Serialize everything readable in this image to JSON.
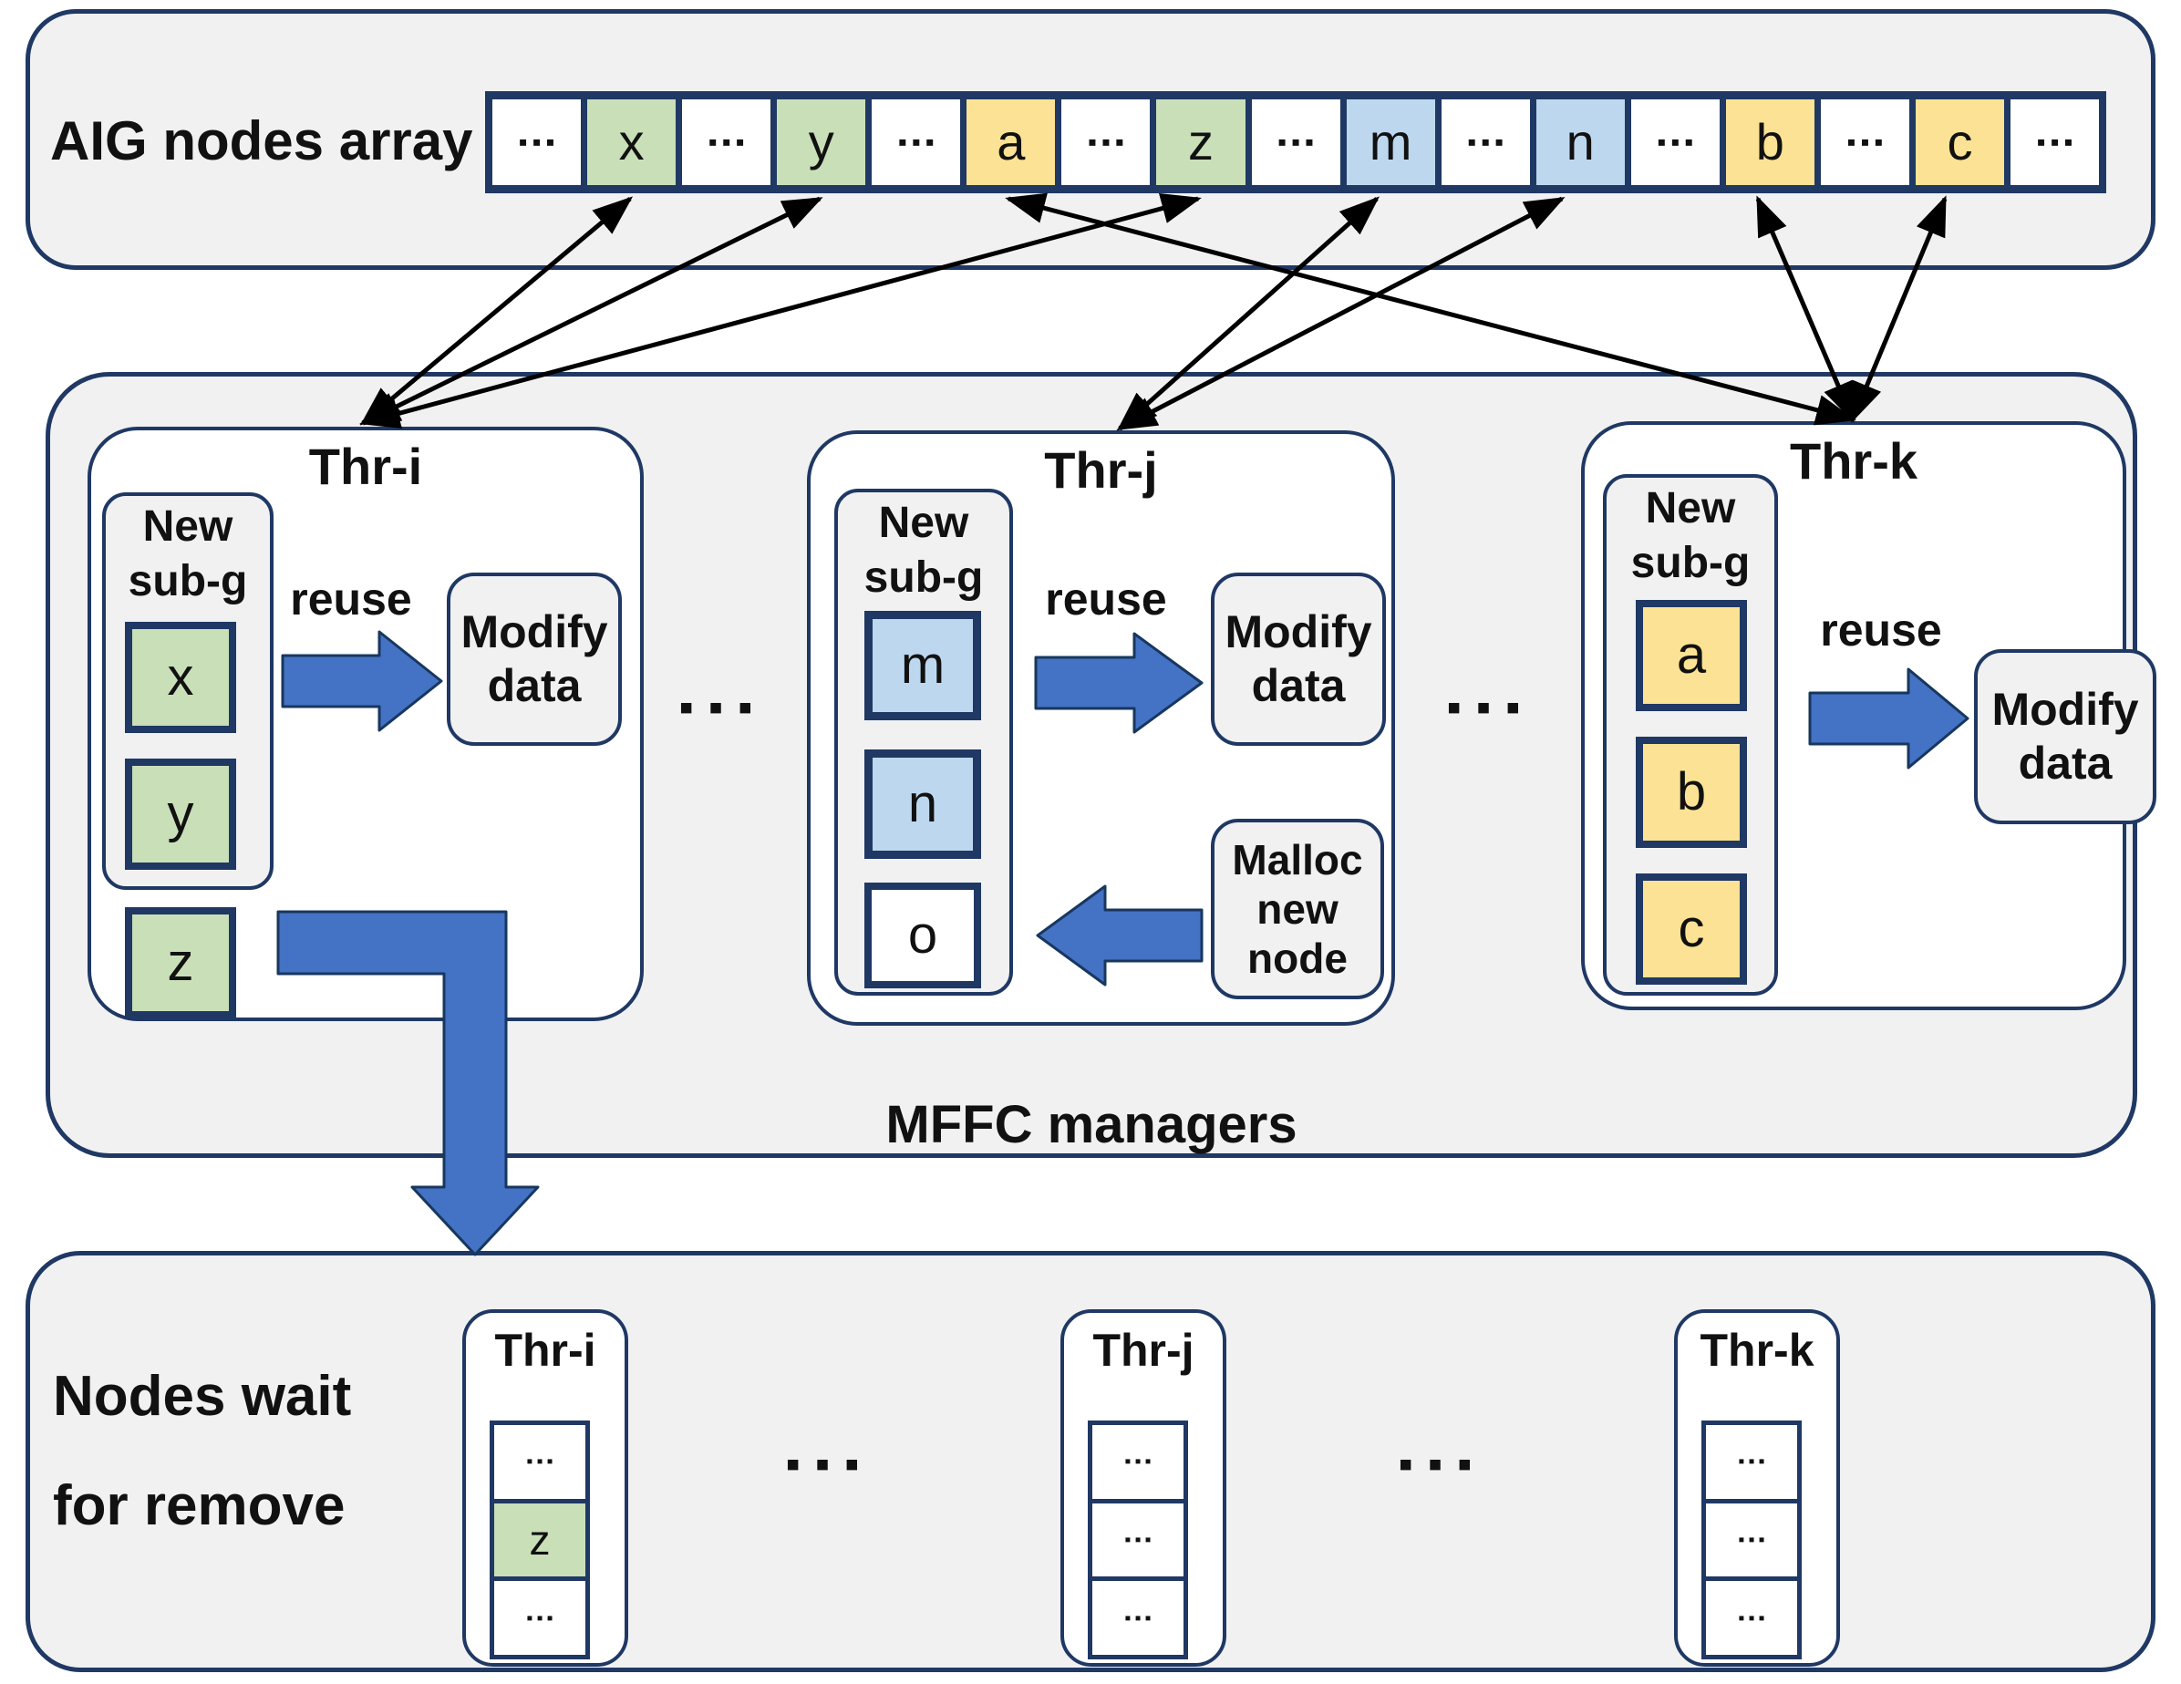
{
  "palette": {
    "background": "#ffffff",
    "section_fill": "#f1f1f2",
    "border_navy": "#1f3864",
    "cell_green": "#c9dfb8",
    "cell_yellow": "#fbe294",
    "cell_blue": "#bdd7ee",
    "cell_white": "#ffffff",
    "block_arrow_blue": "#4472c4",
    "connector_black": "#000000"
  },
  "aig_array": {
    "label": "AIG nodes array",
    "cells": [
      {
        "text": "▪▪▪",
        "color": "white"
      },
      {
        "text": "x",
        "color": "green"
      },
      {
        "text": "▪▪▪",
        "color": "white"
      },
      {
        "text": "y",
        "color": "green"
      },
      {
        "text": "▪▪▪",
        "color": "white"
      },
      {
        "text": "a",
        "color": "yellow"
      },
      {
        "text": "▪▪▪",
        "color": "white"
      },
      {
        "text": "z",
        "color": "green"
      },
      {
        "text": "▪▪▪",
        "color": "white"
      },
      {
        "text": "m",
        "color": "blue"
      },
      {
        "text": "▪▪▪",
        "color": "white"
      },
      {
        "text": "n",
        "color": "blue"
      },
      {
        "text": "▪▪▪",
        "color": "white"
      },
      {
        "text": "b",
        "color": "yellow"
      },
      {
        "text": "▪▪▪",
        "color": "white"
      },
      {
        "text": "c",
        "color": "yellow"
      },
      {
        "text": "▪▪▪",
        "color": "white"
      }
    ]
  },
  "mffc": {
    "label": "MFFC managers",
    "separator_dots": "▪▪▪",
    "threads": [
      {
        "title": "Thr-i",
        "subg": {
          "title_line1": "New",
          "title_line2": "sub-g",
          "cells": [
            {
              "text": "x",
              "color": "green"
            },
            {
              "text": "y",
              "color": "green"
            }
          ]
        },
        "pending_cell": {
          "text": "z",
          "color": "green"
        },
        "reuse_label": "reuse",
        "modify_box": {
          "line1": "Modify",
          "line2": "data"
        }
      },
      {
        "title": "Thr-j",
        "subg": {
          "title_line1": "New",
          "title_line2": "sub-g",
          "cells": [
            {
              "text": "m",
              "color": "blue"
            },
            {
              "text": "n",
              "color": "blue"
            },
            {
              "text": "o",
              "color": "white"
            }
          ]
        },
        "reuse_label": "reuse",
        "modify_box": {
          "line1": "Modify",
          "line2": "data"
        },
        "malloc_box": {
          "line1": "Malloc",
          "line2": "new",
          "line3": "node"
        }
      },
      {
        "title": "Thr-k",
        "subg": {
          "title_line1": "New",
          "title_line2": "sub-g",
          "cells": [
            {
              "text": "a",
              "color": "yellow"
            },
            {
              "text": "b",
              "color": "yellow"
            },
            {
              "text": "c",
              "color": "yellow"
            }
          ]
        },
        "reuse_label": "reuse",
        "modify_box": {
          "line1": "Modify",
          "line2": "data"
        }
      }
    ]
  },
  "wait_remove": {
    "label_line1": "Nodes wait",
    "label_line2": "for remove",
    "separator_dots": "▪▪▪",
    "columns": [
      {
        "title": "Thr-i",
        "cells": [
          {
            "text": "▪▪▪",
            "color": "white"
          },
          {
            "text": "z",
            "color": "green"
          },
          {
            "text": "▪▪▪",
            "color": "white"
          }
        ]
      },
      {
        "title": "Thr-j",
        "cells": [
          {
            "text": "▪▪▪",
            "color": "white"
          },
          {
            "text": "▪▪▪",
            "color": "white"
          },
          {
            "text": "▪▪▪",
            "color": "white"
          }
        ]
      },
      {
        "title": "Thr-k",
        "cells": [
          {
            "text": "▪▪▪",
            "color": "white"
          },
          {
            "text": "▪▪▪",
            "color": "white"
          },
          {
            "text": "▪▪▪",
            "color": "white"
          }
        ]
      }
    ]
  }
}
